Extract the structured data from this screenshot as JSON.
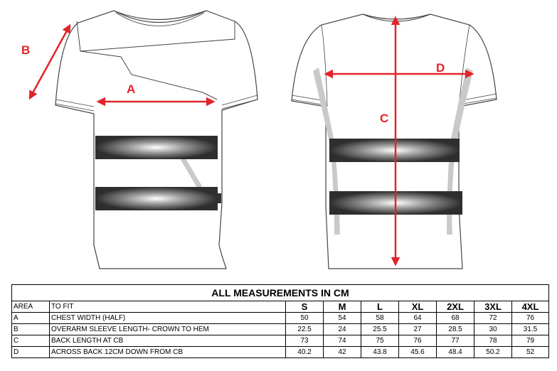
{
  "labels": {
    "a": "A",
    "b": "B",
    "c": "C",
    "d": "D"
  },
  "colors": {
    "arrow": "#e2232a",
    "band": "#333333",
    "outline": "#444444"
  },
  "table": {
    "title": "ALL MEASUREMENTS IN CM",
    "area_header": "AREA",
    "fit_header": "TO FIT",
    "sizes": [
      "S",
      "M",
      "L",
      "XL",
      "2XL",
      "3XL",
      "4XL"
    ],
    "rows": [
      {
        "area": "A",
        "fit": "CHEST WIDTH (HALF)",
        "values": [
          "50",
          "54",
          "58",
          "64",
          "68",
          "72",
          "76"
        ]
      },
      {
        "area": "B",
        "fit": "OVERARM SLEEVE LENGTH- CROWN TO HEM",
        "values": [
          "22.5",
          "24",
          "25.5",
          "27",
          "28.5",
          "30",
          "31.5"
        ]
      },
      {
        "area": "C",
        "fit": "BACK LENGTH AT CB",
        "values": [
          "73",
          "74",
          "75",
          "76",
          "77",
          "78",
          "79"
        ]
      },
      {
        "area": "D",
        "fit": "ACROSS BACK 12CM DOWN FROM CB",
        "values": [
          "40.2",
          "42",
          "43.8",
          "45.6",
          "48.4",
          "50.2",
          "52"
        ]
      }
    ]
  }
}
